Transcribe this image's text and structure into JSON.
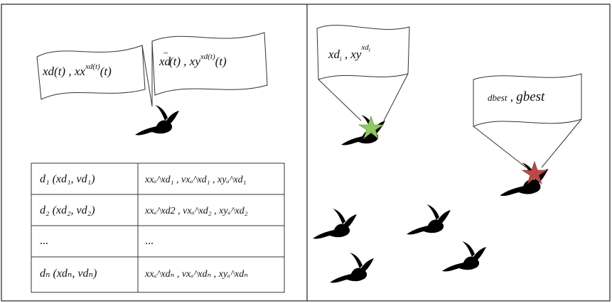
{
  "left_panel": {
    "flag1": {
      "main": "xd(t)",
      "sep": " ,  xx",
      "sup": "xd(t)",
      "tail": "(t)"
    },
    "flag2": {
      "main": "xd",
      "tilde": "~",
      "mid": "(t) , xy",
      "sup": "xd(t)",
      "tail": "(t)"
    },
    "table": {
      "rows": [
        {
          "left": "d₁ (xd₁, vd₁)",
          "right": "xxₐ^xd₁ , vxₐ^xd₁ , xyₐ^xd₁"
        },
        {
          "left": "d₂ (xd₂, vd₂)",
          "right": "xxₐ^xd2 , vxₐ^xd₂ , xyₐ^xd₂"
        },
        {
          "left": "...",
          "right": "..."
        },
        {
          "left": "dₙ (xdₙ, vdₙ)",
          "right": "xxₐ^xdₙ , vxₐ^xdₙ , xyₐ^xdₙ"
        }
      ]
    }
  },
  "right_panel": {
    "flag3": {
      "a": "xd",
      "a_sub": "i",
      "sep": " ,  xy",
      "sup": "xd",
      "sup_sub": "i"
    },
    "flag4": {
      "a": "dbest",
      "sep": " ,  ",
      "b": "gbest"
    },
    "colors": {
      "green_star": "#8fc861",
      "red_star": "#b84a4a"
    }
  }
}
